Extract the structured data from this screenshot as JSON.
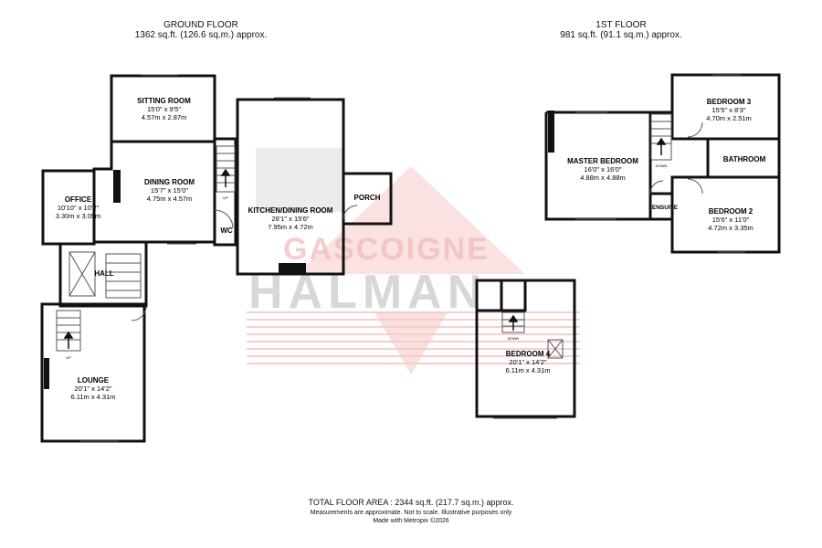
{
  "ground": {
    "title": "GROUND FLOOR",
    "area": "1362 sq.ft. (126.6 sq.m.) approx."
  },
  "first": {
    "title": "1ST FLOOR",
    "area": "981 sq.ft. (91.1 sq.m.) approx."
  },
  "watermark": {
    "line1": "GASCOIGNE",
    "line2": "HALMAN"
  },
  "rooms": {
    "sitting": {
      "name": "SITTING ROOM",
      "imperial": "15'0\" x 9'5\"",
      "metric": "4.57m x 2.87m"
    },
    "dining": {
      "name": "DINING ROOM",
      "imperial": "15'7\" x 15'0\"",
      "metric": "4.75m x 4.57m"
    },
    "office": {
      "name": "OFFICE",
      "imperial": "10'10\" x 10'2\"",
      "metric": "3.30m x 3.09m"
    },
    "kitchen": {
      "name": "KITCHEN/DINING ROOM",
      "imperial": "26'1\" x 15'6\"",
      "metric": "7.95m x 4.72m"
    },
    "porch": {
      "name": "PORCH"
    },
    "wc": {
      "name": "WC"
    },
    "hall": {
      "name": "HALL"
    },
    "lounge": {
      "name": "LOUNGE",
      "imperial": "20'1\" x 14'2\"",
      "metric": "6.11m x 4.31m"
    },
    "master": {
      "name": "MASTER BEDROOM",
      "imperial": "16'0\" x 16'0\"",
      "metric": "4.88m x 4.88m"
    },
    "bed3": {
      "name": "BEDROOM 3",
      "imperial": "15'5\" x 8'3\"",
      "metric": "4.70m x 2.51m"
    },
    "bathroom": {
      "name": "BATHROOM"
    },
    "ensuite": {
      "name": "ENSUITE"
    },
    "bed2": {
      "name": "BEDROOM 2",
      "imperial": "15'6\" x 11'0\"",
      "metric": "4.72m x 3.35m"
    },
    "bed4": {
      "name": "BEDROOM 4",
      "imperial": "20'1\" x 14'2\"",
      "metric": "6.11m x 4.31m"
    }
  },
  "labels": {
    "up": "UP",
    "down": "DOWN"
  },
  "footer": {
    "total": "TOTAL FLOOR AREA : 2344 sq.ft. (217.7 sq.m.) approx.",
    "disclaimer": "Measurements are approximate.  Not to scale.  Illustrative purposes only",
    "credit": "Made with Metropix ©2026"
  }
}
